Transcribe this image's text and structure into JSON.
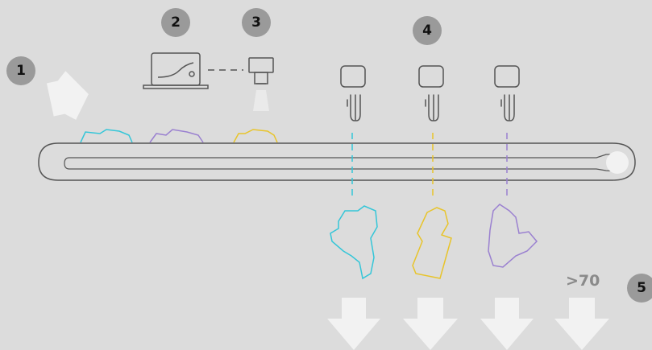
{
  "steps": {
    "step1": "1",
    "step2": "2",
    "step3": "3",
    "step4": "4",
    "step5": "5"
  },
  "count_label": ">70",
  "colors": {
    "background": "#dcdcdc",
    "badge": "#9a9a9a",
    "belt_stroke": "#555555",
    "arrow_fill": "#f2f2f2",
    "cyan_item": "#34c6d8",
    "purple_item": "#9a80d0",
    "yellow_item": "#e8c42a"
  },
  "icons": {
    "input_arrow": "arrow-right-icon",
    "computer": "laptop-icon",
    "camera": "camera-icon",
    "grippers": "gripper-icon",
    "output_arrows": "arrow-down-icon"
  }
}
